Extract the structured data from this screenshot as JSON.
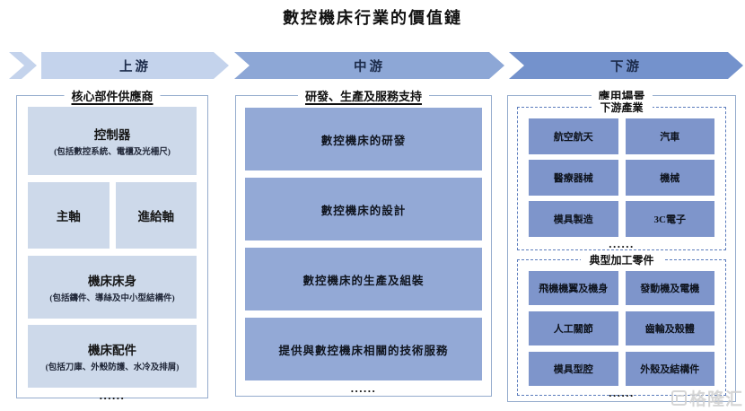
{
  "title": "數控機床行業的價值鏈",
  "stages": {
    "upstream": "上游",
    "midstream": "中游",
    "downstream": "下游"
  },
  "upstream": {
    "header": "核心部件供應商",
    "boxes": [
      {
        "title": "控制器",
        "subtitle": "(包括數控系統、電櫃及光柵尺)"
      },
      {
        "left": "主軸",
        "right": "進給軸"
      },
      {
        "title": "機床床身",
        "subtitle": "(包括鑄件、導絲及中小型結構件)"
      },
      {
        "title": "機床配件",
        "subtitle": "(包括刀庫、外殼防護、水冷及排屑)"
      }
    ],
    "ellipsis": "......"
  },
  "midstream": {
    "header": "研發、生產及服務支持",
    "boxes": [
      "數控機床的研發",
      "數控機床的設計",
      "數控機床的生產及組裝",
      "提供與數控機床相關的技術服務"
    ],
    "ellipsis": "......"
  },
  "downstream": {
    "header": "應用場景",
    "groups": [
      {
        "title": "下游產業",
        "items": [
          "航空航天",
          "汽車",
          "醫療器械",
          "機械",
          "模具製造",
          "3C電子"
        ],
        "ellipsis": "......"
      },
      {
        "title": "典型加工零件",
        "items": [
          "飛機機翼及機身",
          "發動機及電機",
          "人工關節",
          "齒輪及殼體",
          "模具型腔",
          "外殼及結構件"
        ],
        "ellipsis": "......"
      }
    ]
  },
  "watermark": {
    "icon": "gelonghui-logo-icon",
    "text": "格隆汇"
  },
  "colors": {
    "arrow_upstream": "#c4d3ec",
    "arrow_midstream": "#8da7d6",
    "arrow_downstream": "#7492cc",
    "box_upstream": "#cdd9ea",
    "box_midstream": "#93a9d6",
    "box_downstream": "#7e95cb",
    "container_border": "#95accd",
    "dashed_border": "#5b7cbc"
  }
}
